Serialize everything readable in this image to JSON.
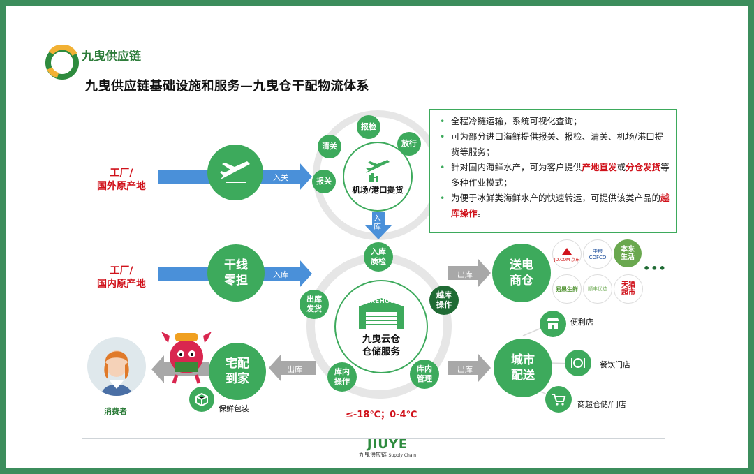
{
  "header": {
    "logo_text": "九曳供应链",
    "title": "九曳供应链基础设施和服务—九曳仓干配物流体系"
  },
  "origins": {
    "foreign": "工厂/\n国外原产地",
    "domestic": "工厂/\n国内原产地"
  },
  "flow_labels": {
    "import": "入关",
    "inbound_1": "入库",
    "inbound_2": "入库",
    "outbound_ecommerce": "出库",
    "outbound_city": "出库",
    "outbound_home": "出库"
  },
  "customs_ring": {
    "declare": "报关",
    "clear": "清关",
    "inspect": "报检",
    "release": "放行",
    "center": "机场/港口提货"
  },
  "trunk": "干线\n零担",
  "warehouse_ring": {
    "inbound_qc": "入库\n质检",
    "cross_dock": "越库\n操作",
    "outbound_ship": "出库\n发货",
    "internal_ops_left": "库内\n操作",
    "internal_ops_right": "库内\n管理",
    "badge": "WAREHOUSE",
    "center": "九曳云仓\n仓储服务",
    "temperature": "≤-18℃；0-4℃"
  },
  "ecommerce": {
    "title": "送电\n商仓",
    "brands": [
      "JD.COM 京东",
      "中粮 COFCO",
      "本来\n生活",
      "易果生鲜",
      "顺丰优选",
      "天猫\n超市"
    ],
    "more": "•••"
  },
  "city": {
    "title": "城市\n配送",
    "stores": [
      "便利店",
      "餐饮门店",
      "商超仓储/门店"
    ]
  },
  "home": {
    "title": "宅配\n到家",
    "packaging": "保鲜包装",
    "consumer": "消费者"
  },
  "info": {
    "items": [
      {
        "parts": [
          {
            "t": "全程冷链运输，系统可视化查询；",
            "h": false
          }
        ]
      },
      {
        "parts": [
          {
            "t": "可为部分进口海鲜提供报关、报检、清关、机场/港口提货等服务；",
            "h": false
          }
        ]
      },
      {
        "parts": [
          {
            "t": "针对国内海鲜水产，可为客户提供",
            "h": false
          },
          {
            "t": "产地直发",
            "h": true
          },
          {
            "t": "或",
            "h": false
          },
          {
            "t": "分仓发货",
            "h": true
          },
          {
            "t": "等多种作业模式；",
            "h": false
          }
        ]
      },
      {
        "parts": [
          {
            "t": "为便于冰鲜类海鲜水产的快速转运，可提供该类产品的",
            "h": false
          },
          {
            "t": "越库操作",
            "h": true
          },
          {
            "t": "。",
            "h": false
          }
        ]
      }
    ]
  },
  "footer": {
    "brand": "JIUYE",
    "cn": "九曳供应链",
    "en": "Supply Chain"
  },
  "colors": {
    "green": "#3daa5c",
    "dark_green": "#1f6b34",
    "red": "#d0121b",
    "arrow_blue": "#4a90d9",
    "arrow_grey": "#a8a8a8",
    "border": "#3c8d5c"
  }
}
